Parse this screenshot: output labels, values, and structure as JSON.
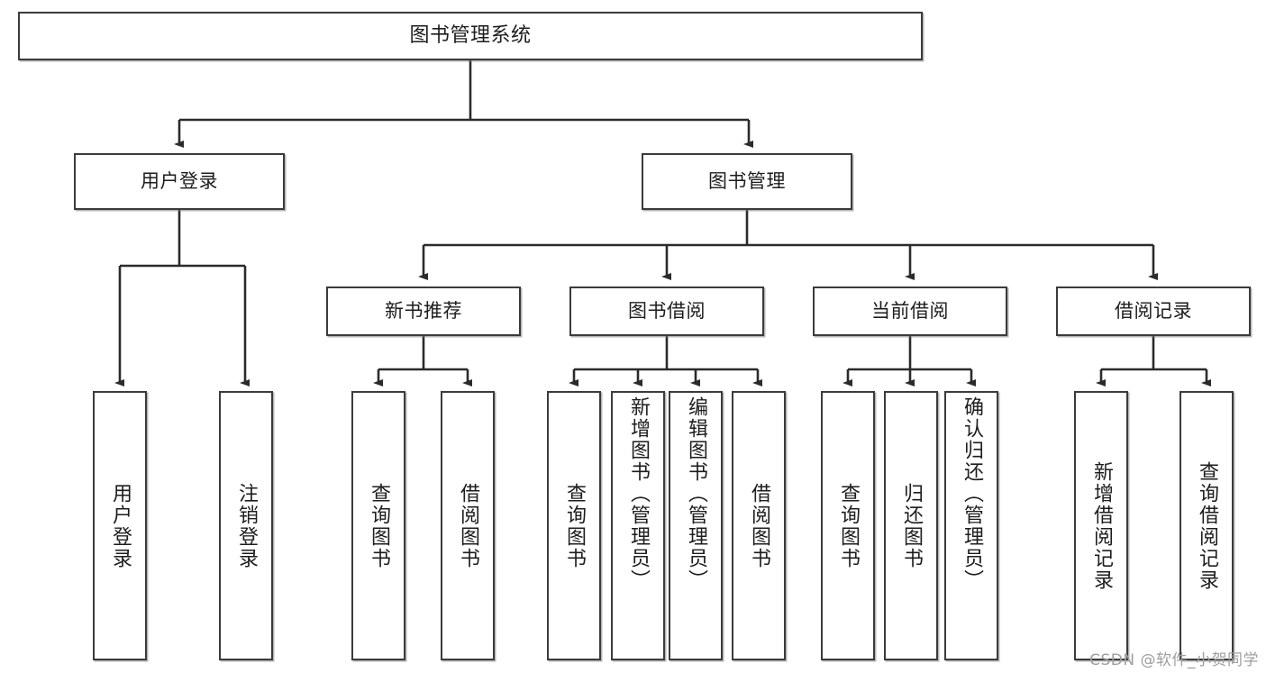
{
  "diagram": {
    "title": "图书管理系统",
    "kind": "tree-diagram",
    "watermark": "CSDN @软件_小贺同学",
    "colors": {
      "box_border": "#3b3b3b",
      "box_fill": "#ffffff",
      "connector": "#2b2b2b",
      "text": "#1d1d1d",
      "watermark": "#9e9e9e",
      "background": "#ffffff"
    }
  },
  "nodes": {
    "root": {
      "label": "图书管理系统"
    },
    "level2": [
      {
        "id": "user-login",
        "label": "用户登录"
      },
      {
        "id": "book-management",
        "label": "图书管理"
      }
    ],
    "level3": [
      {
        "id": "new-book-recommend",
        "label": "新书推荐"
      },
      {
        "id": "book-borrow",
        "label": "图书借阅"
      },
      {
        "id": "current-borrow",
        "label": "当前借阅"
      },
      {
        "id": "borrow-record",
        "label": "借阅记录"
      }
    ],
    "leaves": {
      "user_login": [
        {
          "id": "leaf-user-login",
          "label": "用户登录"
        },
        {
          "id": "leaf-logout-login",
          "label": "注销登录"
        }
      ],
      "new_book_recommend": [
        {
          "id": "leaf-query-book-1",
          "label": "查询图书"
        },
        {
          "id": "leaf-borrow-book-1",
          "label": "借阅图书"
        }
      ],
      "book_borrow": [
        {
          "id": "leaf-query-book-2",
          "label": "查询图书"
        },
        {
          "id": "leaf-add-book",
          "label": "新增图书（管理员）"
        },
        {
          "id": "leaf-edit-book",
          "label": "编辑图书（管理员）"
        },
        {
          "id": "leaf-borrow-book-2",
          "label": "借阅图书"
        }
      ],
      "current_borrow": [
        {
          "id": "leaf-query-book-3",
          "label": "查询图书"
        },
        {
          "id": "leaf-return-book",
          "label": "归还图书"
        },
        {
          "id": "leaf-confirm-return",
          "label": "确认归还（管理员）"
        }
      ],
      "borrow_record": [
        {
          "id": "leaf-add-record",
          "label": "新增借阅记录"
        },
        {
          "id": "leaf-query-record",
          "label": "查询借阅记录"
        }
      ]
    }
  }
}
